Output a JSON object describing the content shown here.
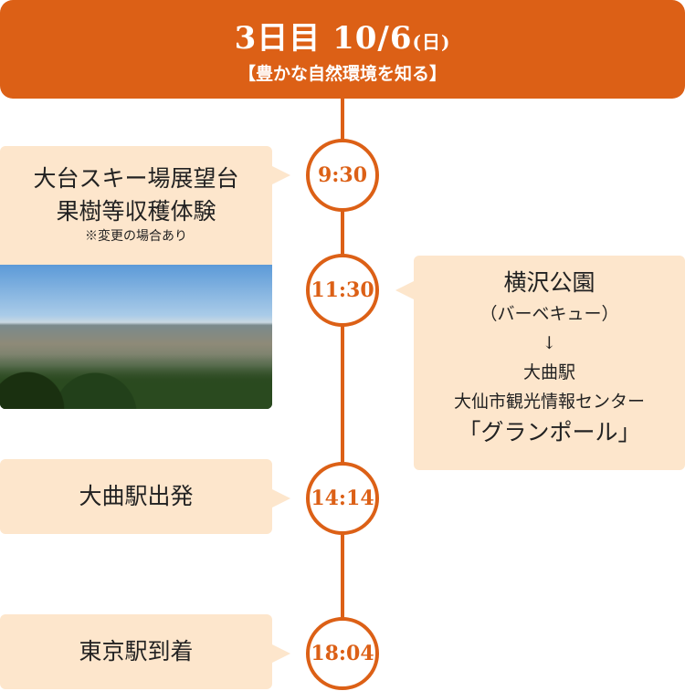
{
  "header": {
    "day": "3日目",
    "date": "10/6",
    "weekday": "(日)",
    "theme": "【豊かな自然環境を知る】"
  },
  "colors": {
    "accent": "#dc6016",
    "box": "#fde6cc"
  },
  "schedule": [
    {
      "time": "9:30",
      "lines": [
        "大台スキー場展望台",
        "果樹等収穫体験"
      ],
      "note": "※変更の場合あり"
    },
    {
      "time": "11:30",
      "title": "横沢公園",
      "sub": "（バーベキュー）",
      "arrow": "↓",
      "lines": [
        "大曲駅",
        "大仙市観光情報センター"
      ],
      "last": "「グランポール」"
    },
    {
      "time": "14:14",
      "title": "大曲駅出発"
    },
    {
      "time": "18:04",
      "title": "東京駅到着"
    }
  ]
}
